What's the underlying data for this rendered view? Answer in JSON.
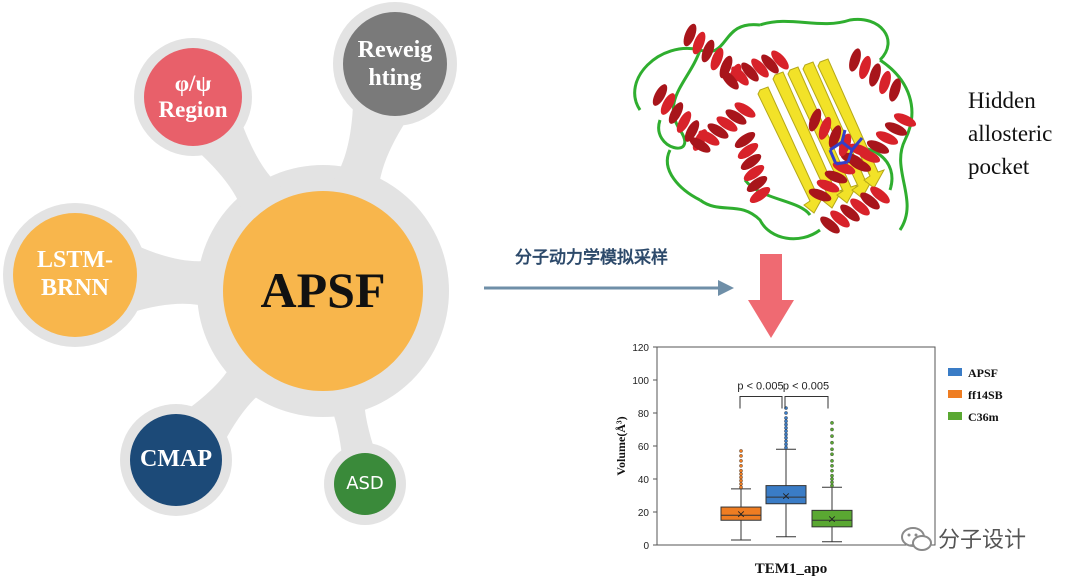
{
  "hub": {
    "center": "APSF",
    "nodes": [
      {
        "id": "phi-psi",
        "lines": [
          "φ/ψ",
          "Region"
        ],
        "color": "#e8606a"
      },
      {
        "id": "reweighting",
        "lines": [
          "Reweig",
          "hting"
        ],
        "color": "#7a7a7a"
      },
      {
        "id": "lstm",
        "lines": [
          "LSTM-",
          "BRNN"
        ],
        "color": "#f8b64c"
      },
      {
        "id": "cmap",
        "lines": [
          "CMAP"
        ],
        "color": "#1c4a78"
      },
      {
        "id": "asd",
        "lines": [
          "ASD"
        ],
        "color": "#3a8a3a"
      }
    ],
    "center_color": "#f8b64c",
    "connector_color": "#e3e3e3"
  },
  "arrow_label": "分子动力学模拟采样",
  "protein_caption": [
    "Hidden",
    "allosteric",
    "pocket"
  ],
  "watermark": "分子设计",
  "chart_data": {
    "type": "box",
    "xlabel": "TEM1_apo",
    "ylabel": "Volume(Å³)",
    "ylim": [
      0,
      120
    ],
    "yticks": [
      0,
      20,
      40,
      60,
      80,
      100,
      120
    ],
    "legend_position": "right",
    "series": [
      {
        "name": "APSF",
        "color": "#3a7cc6",
        "q1": 25,
        "median": 29,
        "q3": 36,
        "mean": 30,
        "whisker_low": 5,
        "whisker_high": 58,
        "outliers": [
          59,
          61,
          63,
          65,
          67,
          69,
          71,
          73,
          75,
          77,
          80,
          83
        ]
      },
      {
        "name": "ff14SB",
        "color": "#ef7d22",
        "q1": 15,
        "median": 18,
        "q3": 23,
        "mean": 19,
        "whisker_low": 3,
        "whisker_high": 34,
        "outliers": [
          35,
          37,
          39,
          41,
          43,
          45,
          48,
          51,
          54,
          57
        ]
      },
      {
        "name": "C36m",
        "color": "#5aa832",
        "q1": 11,
        "median": 15,
        "q3": 21,
        "mean": 16,
        "whisker_low": 2,
        "whisker_high": 35,
        "outliers": [
          36,
          38,
          40,
          42,
          45,
          48,
          51,
          55,
          58,
          62,
          66,
          70,
          74
        ]
      }
    ],
    "annotations": [
      "p < 0.005",
      "p < 0.005"
    ]
  },
  "colors": {
    "arrow": "#6f8fa8",
    "down_arrow": "#ef6a72",
    "helix": "#d8222a",
    "sheet": "#f2e228",
    "loop": "#2fae2f",
    "ligand": "#3440c8"
  }
}
